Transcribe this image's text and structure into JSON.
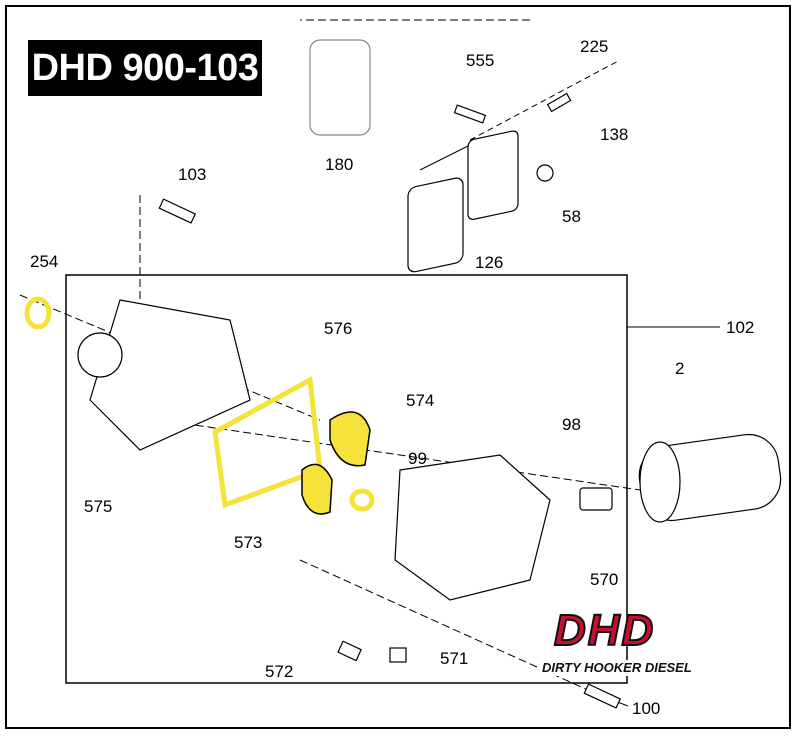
{
  "title": "DHD 900-103",
  "logo": {
    "big": "DHD",
    "small": "DIRTY HOOKER DIESEL"
  },
  "callouts": [
    "555",
    "225",
    "138",
    "180",
    "58",
    "126",
    "103",
    "254",
    "576",
    "102",
    "574",
    "2",
    "98",
    "99",
    "575",
    "573",
    "570",
    "572",
    "571",
    "100"
  ],
  "colors": {
    "highlight": "#f5e23a",
    "logo_red": "#c8102e"
  }
}
